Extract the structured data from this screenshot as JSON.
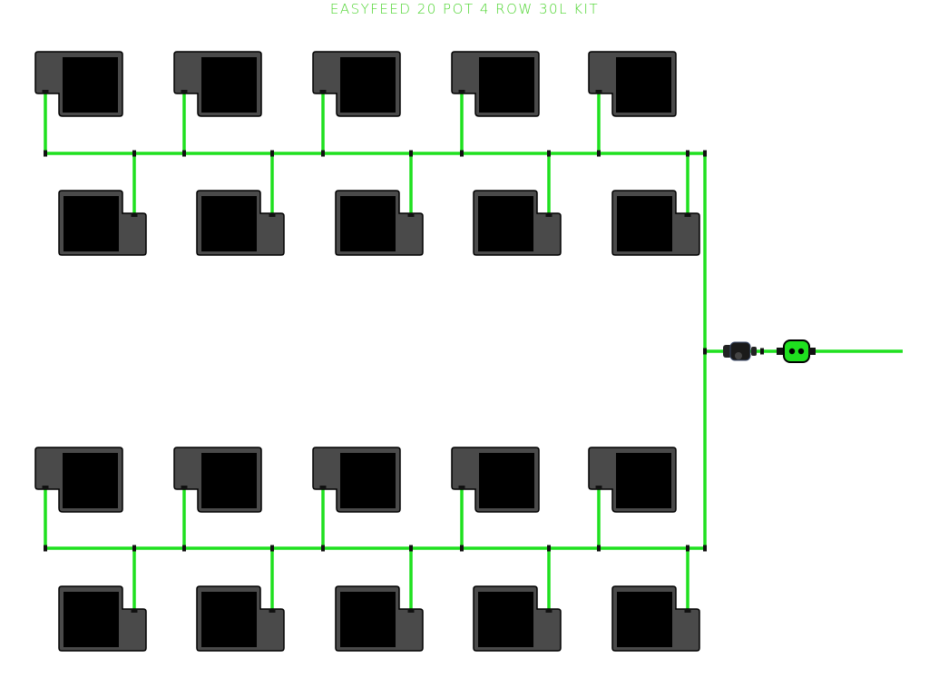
{
  "title": "EASYFEED 20 POT 4 ROW 30L KIT",
  "colors": {
    "tube": "#1fe01f",
    "title": "#4cd42e",
    "pot_body": "#4a4a4a",
    "pot_interior": "#000000",
    "connector": "#111111"
  },
  "layout": {
    "rows": 4,
    "pots_per_row": 5,
    "total_pots": 20
  },
  "components": {
    "pot": "pot-icon",
    "elbow": "elbow-connector-icon",
    "filter": "inline-filter-icon",
    "valve": "float-valve-icon"
  }
}
